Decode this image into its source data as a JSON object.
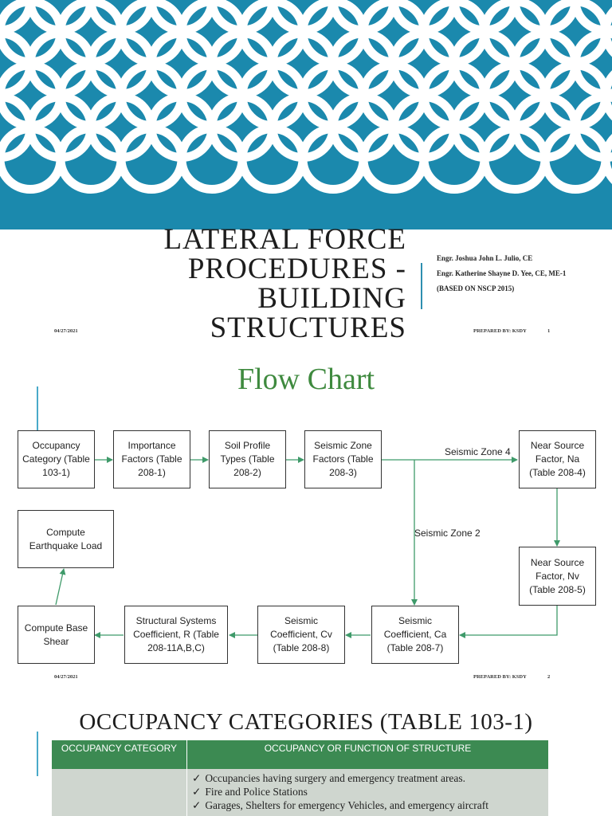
{
  "slide1": {
    "title_lines": [
      "LATERAL FORCE",
      "PROCEDURES -",
      "BUILDING",
      "STRUCTURES"
    ],
    "authors": [
      "Engr. Joshua John L. Julio, CE",
      "Engr. Katherine Shayne D. Yee, CE, ME-1",
      "(BASED ON NSCP 2015)"
    ],
    "footer": {
      "date": "04/27/2021",
      "prepared": "PREPARED BY: KSDY",
      "page": "1"
    },
    "pattern_colors": {
      "background": "#1b89ad",
      "rings": "#ffffff"
    }
  },
  "slide2": {
    "title": "Flow Chart",
    "boxes": {
      "occupancy": "Occupancy Category (Table 103-1)",
      "importance": "Importance Factors (Table 208-1)",
      "soil": "Soil Profile Types (Table 208-2)",
      "zone": "Seismic Zone Factors (Table 208-3)",
      "na": "Near Source Factor, Na (Table 208-4)",
      "nv": "Near Source Factor, Nv (Table 208-5)",
      "ca": "Seismic Coefficient, Ca (Table 208-7)",
      "cv": "Seismic Coefficient, Cv (Table 208-8)",
      "r": "Structural Systems Coefficient, R (Table 208-11A,B,C)",
      "base": "Compute Base Shear",
      "eq": "Compute Earthquake Load"
    },
    "labels": {
      "zone4": "Seismic Zone 4",
      "zone2": "Seismic Zone 2"
    },
    "footer": {
      "date": "04/27/2021",
      "prepared": "PREPARED BY: KSDY",
      "page": "2"
    },
    "colors": {
      "title": "#3f8a3f",
      "arrows": "#3f9a6a"
    }
  },
  "slide3": {
    "title": "OCCUPANCY CATEGORIES (TABLE 103-1)",
    "table": {
      "headers": [
        "OCCUPANCY CATEGORY",
        "OCCUPANCY OR FUNCTION OF STRUCTURE"
      ],
      "bullets": [
        "Occupancies having surgery and emergency treatment areas.",
        "Fire and Police Stations",
        "Garages, Shelters for emergency Vehicles, and emergency aircraft"
      ]
    },
    "colors": {
      "header": "#3c8a52",
      "row": "#cfd6cf"
    }
  }
}
